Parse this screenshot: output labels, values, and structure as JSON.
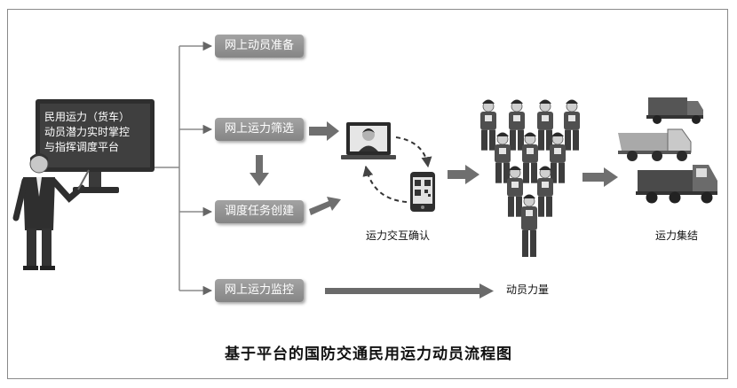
{
  "platform": {
    "screen_lines": [
      "民用运力（货车）",
      "动员潜力实时掌控",
      "与指挥调度平台"
    ]
  },
  "steps": {
    "prepare": "网上动员准备",
    "screen": "网上运力筛选",
    "dispatch": "调度任务创建",
    "monitor": "网上运力监控"
  },
  "labels": {
    "interaction": "运力交互确认",
    "mobilized_force": "动员力量",
    "assembly": "运力集结"
  },
  "caption": "基于平台的国防交通民用运力动员流程图"
}
